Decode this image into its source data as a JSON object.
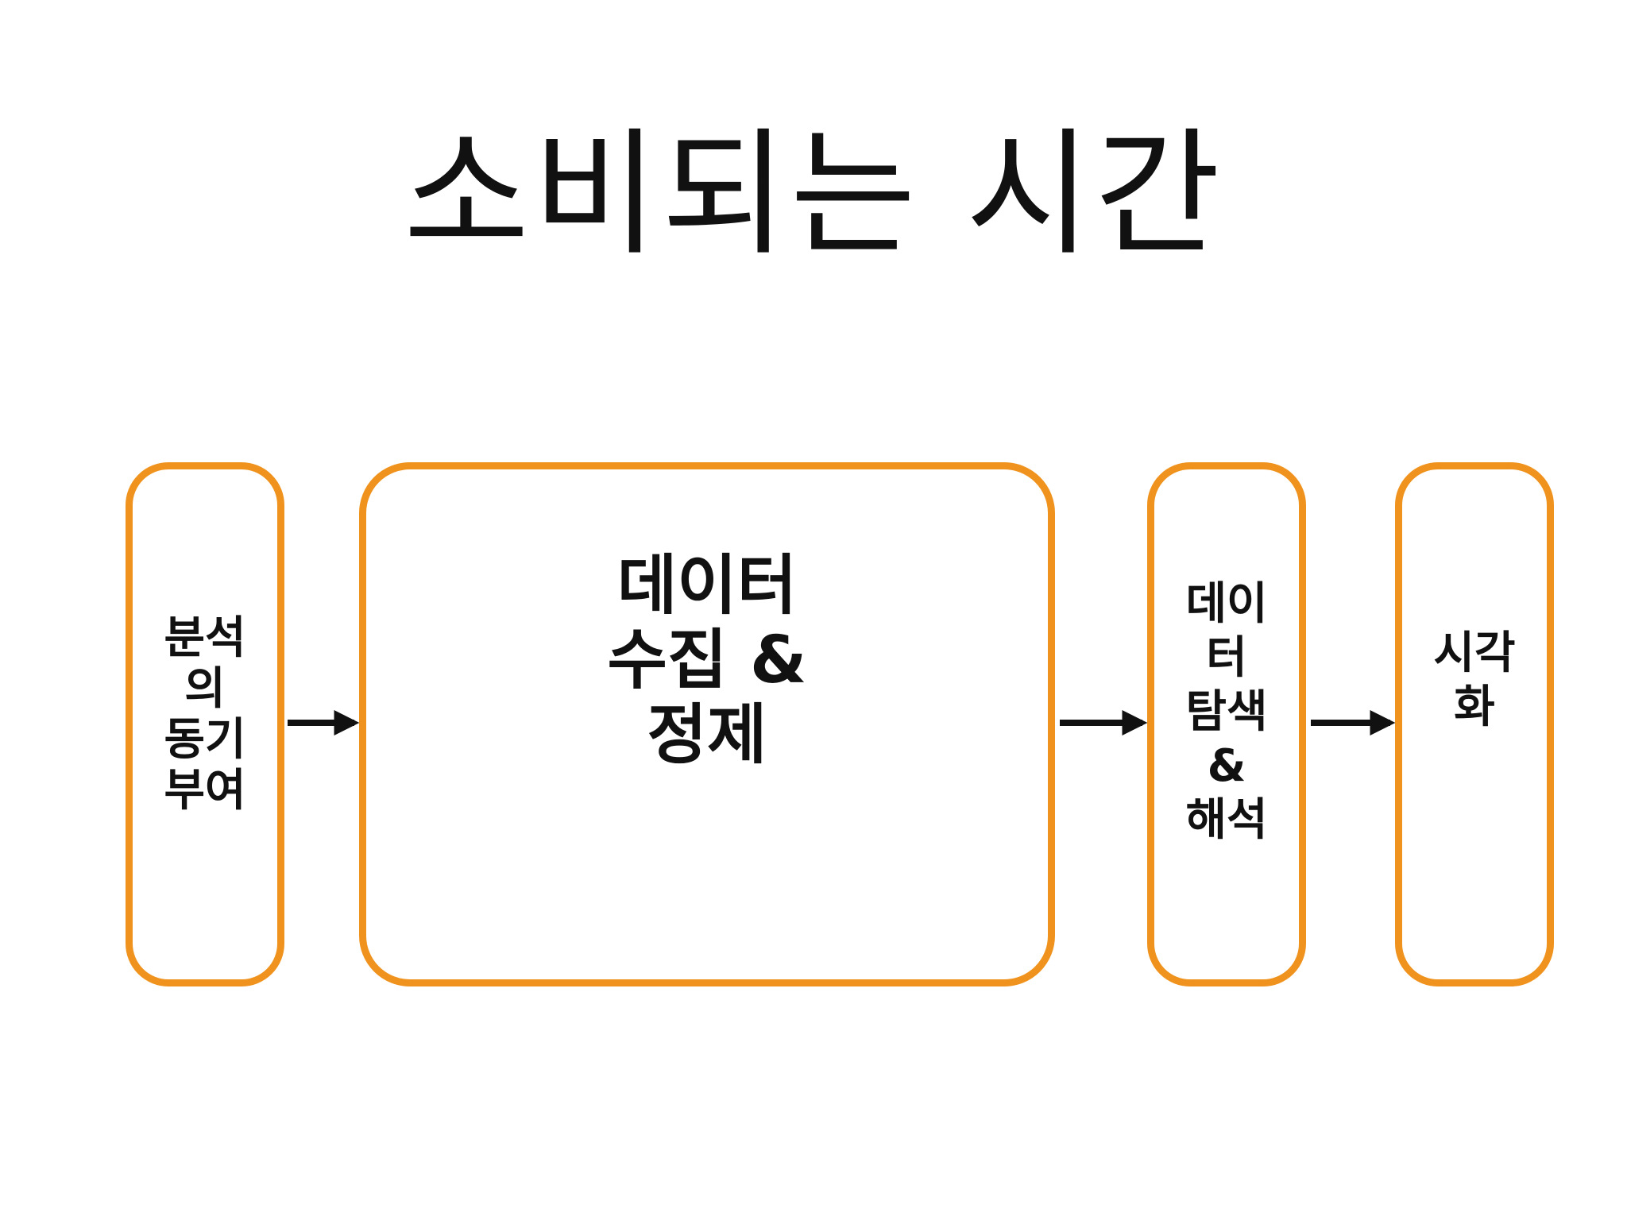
{
  "slide": {
    "title": "소비되는 시간"
  },
  "diagram": {
    "steps": [
      {
        "label": "분석\n의\n동기\n부여"
      },
      {
        "label": "데이터\n수집 &\n정제"
      },
      {
        "label": "데이\n터\n탐색\n&\n해석"
      },
      {
        "label": "시각\n화"
      }
    ]
  },
  "colors": {
    "box_border": "#F0931E",
    "text": "#111111",
    "arrow": "#111111",
    "background": "#ffffff"
  }
}
